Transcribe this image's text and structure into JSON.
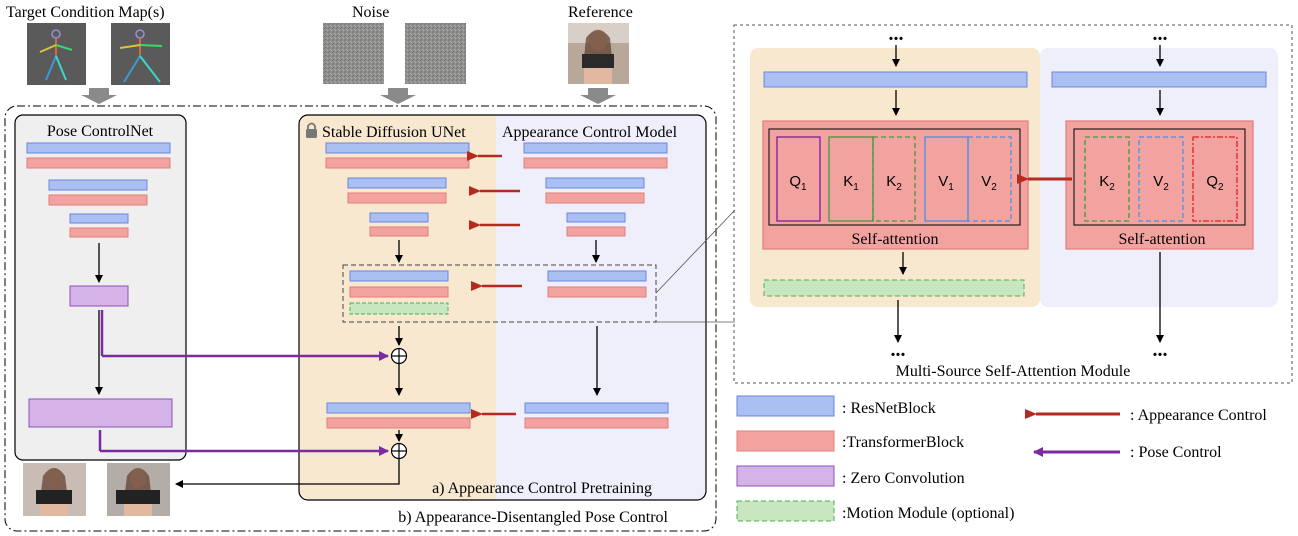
{
  "top_labels": {
    "target_condition": "Target Condition Map(s)",
    "noise": "Noise",
    "reference": "Reference"
  },
  "panels": {
    "pose_controlnet": "Pose ControlNet",
    "stable_diffusion_unet": "Stable Diffusion UNet",
    "appearance_control_model": "Appearance Control Model",
    "appearance_pretraining": "a) Appearance Control Pretraining",
    "pose_control": "b) Appearance-Disentangled Pose Control"
  },
  "attention_module": {
    "title": "Multi-Source Self-Attention Module",
    "self_attention_left": "Self-attention",
    "self_attention_right": "Self-attention",
    "ellipsis": "...",
    "tokens_left": [
      {
        "base": "Q",
        "sub": "1"
      },
      {
        "base": "K",
        "sub": "1"
      },
      {
        "base": "K",
        "sub": "2"
      },
      {
        "base": "V",
        "sub": "1"
      },
      {
        "base": "V",
        "sub": "2"
      }
    ],
    "tokens_right": [
      {
        "base": "K",
        "sub": "2"
      },
      {
        "base": "V",
        "sub": "2"
      },
      {
        "base": "Q",
        "sub": "2"
      }
    ]
  },
  "legend": {
    "resnet": ": ResNetBlock",
    "transformer": ":TransformerBlock",
    "zero_conv": ": Zero Convolution",
    "motion": ":Motion Module (optional)",
    "appearance_control": ": Appearance Control",
    "pose_control": ": Pose Control"
  },
  "colors": {
    "resnet_fill": "#aabff2",
    "resnet_stroke": "#6b86e0",
    "transformer_fill": "#f2a3a0",
    "transformer_stroke": "#e27d7a",
    "zero_fill": "#d4b3e8",
    "zero_stroke": "#8f4fb8",
    "motion_fill": "#c8e6c0",
    "motion_stroke": "#4caf50",
    "appearance_arrow": "#b52a1e",
    "pose_arrow": "#7a2ba0",
    "sd_bg": "#f8e8cf",
    "acm_bg": "#efeffb",
    "pose_bg": "#efefef"
  }
}
